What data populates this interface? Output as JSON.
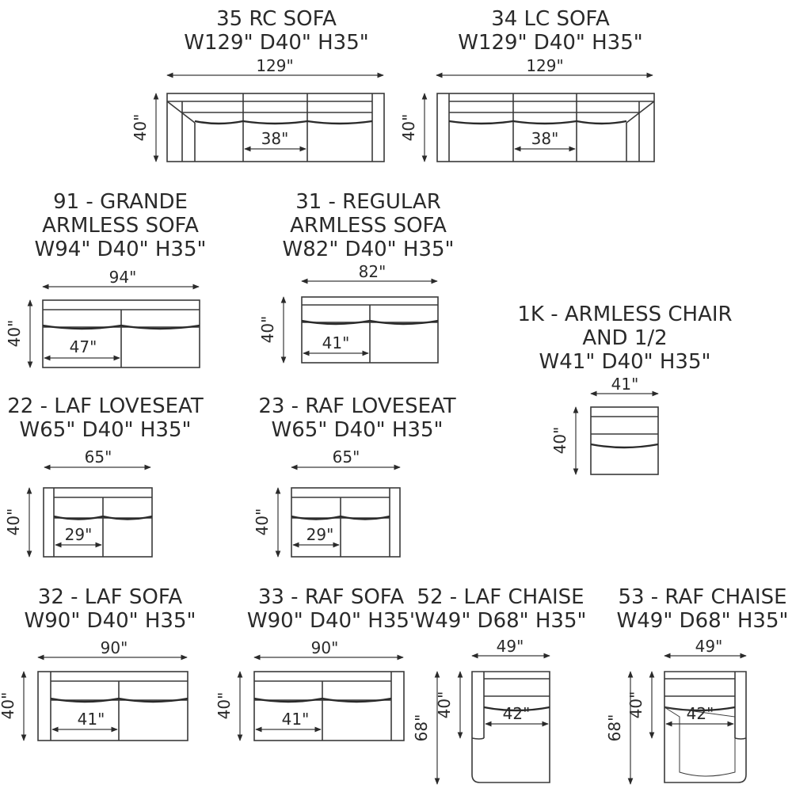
{
  "items": [
    {
      "key": "rc35",
      "title": [
        "35 RC SOFA",
        "W129\" D40\" H35\""
      ],
      "width": "129\"",
      "depth": "40\"",
      "seat": "38\""
    },
    {
      "key": "lc34",
      "title": [
        "34 LC SOFA",
        "W129\" D40\" H35\""
      ],
      "width": "129\"",
      "depth": "40\"",
      "seat": "38\""
    },
    {
      "key": "grande91",
      "title": [
        "91 - GRANDE",
        "ARMLESS SOFA",
        "W94\" D40\" H35\""
      ],
      "width": "94\"",
      "depth": "40\"",
      "seat": "47\""
    },
    {
      "key": "regular31",
      "title": [
        "31 - REGULAR",
        "ARMLESS SOFA",
        "W82\" D40\" H35\""
      ],
      "width": "82\"",
      "depth": "40\"",
      "seat": "41\""
    },
    {
      "key": "chair1k",
      "title": [
        "1K - ARMLESS CHAIR",
        "AND 1/2",
        "W41\" D40\" H35\""
      ],
      "width": "41\"",
      "depth": "40\""
    },
    {
      "key": "laf22",
      "title": [
        "22 - LAF LOVESEAT",
        "W65\" D40\" H35\""
      ],
      "width": "65\"",
      "depth": "40\"",
      "seat": "29\""
    },
    {
      "key": "raf23",
      "title": [
        "23 - RAF LOVESEAT",
        "W65\" D40\" H35\""
      ],
      "width": "65\"",
      "depth": "40\"",
      "seat": "29\""
    },
    {
      "key": "laf32",
      "title": [
        "32 - LAF SOFA",
        "W90\" D40\" H35\""
      ],
      "width": "90\"",
      "depth": "40\"",
      "seat": "41\""
    },
    {
      "key": "raf33",
      "title": [
        "33 - RAF SOFA",
        "W90\" D40\" H35'"
      ],
      "width": "90\"",
      "depth": "40\"",
      "seat": "41\""
    },
    {
      "key": "chaise52",
      "title": [
        "52 - LAF CHAISE",
        "W49\" D68\" H35\""
      ],
      "width": "49\"",
      "depth": "40\"",
      "length": "68\"",
      "seat": "42\""
    },
    {
      "key": "chaise53",
      "title": [
        "53 - RAF CHAISE",
        "W49\" D68\" H35\""
      ],
      "width": "49\"",
      "depth": "40\"",
      "length": "68\"",
      "seat": "42\""
    }
  ]
}
